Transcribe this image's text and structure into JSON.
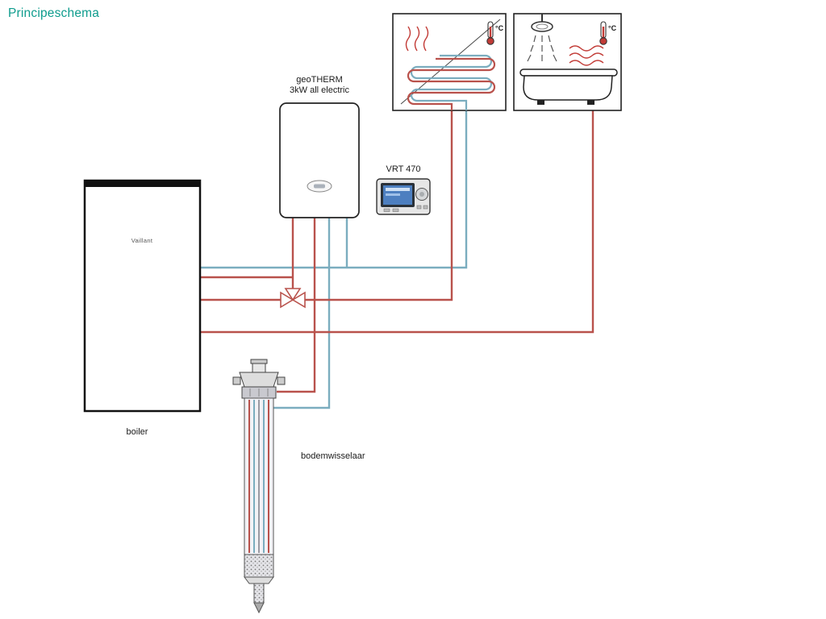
{
  "title": "Principeschema",
  "colors": {
    "title_teal": "#0e9c8d",
    "pipe_hot": "#b9524c",
    "pipe_cold": "#7badbf",
    "valve": "#b9524c",
    "thermometer_red": "#c23b36",
    "screen_blue": "#4d7fc0",
    "outline_black": "#1a1a1a"
  },
  "labels": {
    "heat_pump_line1": "geoTHERM",
    "heat_pump_line2": "3kW all electric",
    "thermostat": "VRT 470",
    "boiler": "boiler",
    "boiler_brand": "Vaillant",
    "ground_heat_exchanger": "bodemwisselaar",
    "floor_heating_temp": "°C",
    "bathroom_temp": "°C"
  }
}
